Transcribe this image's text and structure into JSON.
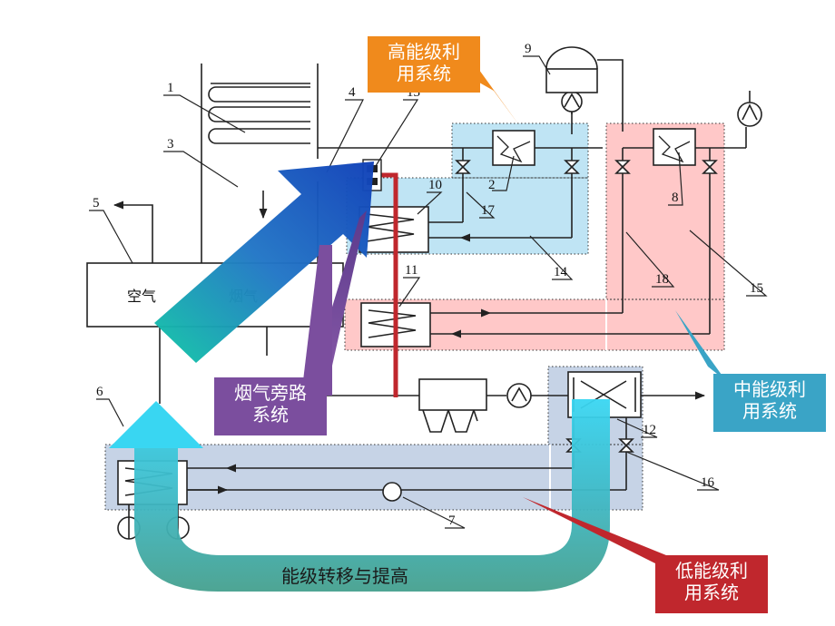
{
  "numbers": {
    "n1": "1",
    "n2": "2",
    "n3": "3",
    "n4": "4",
    "n5": "5",
    "n6": "6",
    "n7": "7",
    "n8": "8",
    "n9": "9",
    "n10": "10",
    "n11": "11",
    "n12": "12",
    "n13": "13",
    "n14": "14",
    "n15": "15",
    "n16": "16",
    "n17": "17",
    "n18": "18"
  },
  "labels": {
    "air": "空气",
    "flue": "烟气",
    "transfer": "能级转移与提高"
  },
  "callouts": {
    "high": {
      "line1": "高能级利",
      "line2": "用系统"
    },
    "mid": {
      "line1": "中能级利",
      "line2": "用系统"
    },
    "low": {
      "line1": "低能级利",
      "line2": "用系统"
    },
    "bypass": {
      "line1": "烟气旁路",
      "line2": "系统"
    }
  },
  "colors": {
    "high_zone": "#bfe4f4",
    "mid_zone": "#ffc8c8",
    "low_zone": "#c6d3e6",
    "high_callout": "#f08a1c",
    "mid_callout": "#3aa4c6",
    "low_callout": "#c0272d",
    "bypass_callout": "#7b4e9e",
    "bypass_line": "#c0272d"
  }
}
